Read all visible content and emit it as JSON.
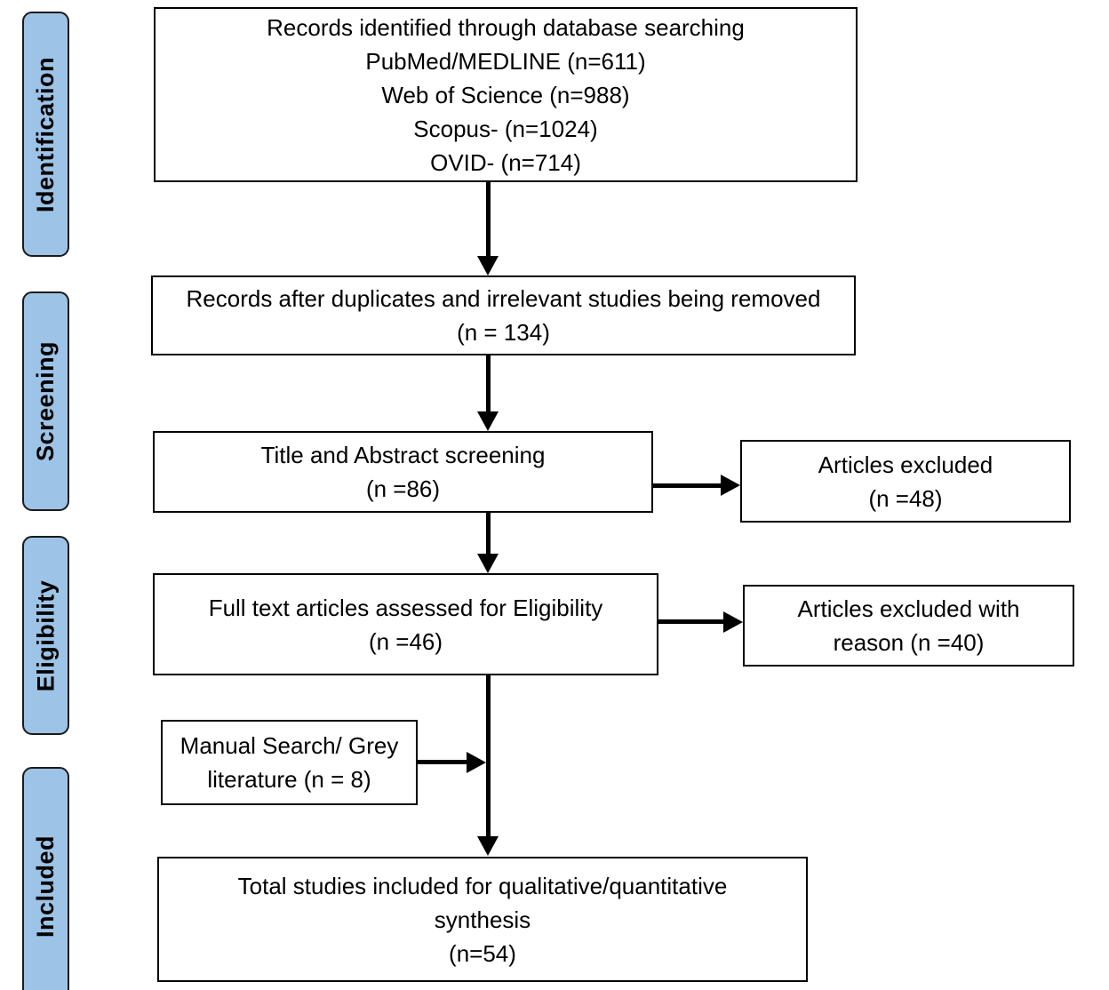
{
  "sidebar": {
    "stages": [
      {
        "id": "identification",
        "label": "Identification"
      },
      {
        "id": "screening",
        "label": "Screening"
      },
      {
        "id": "eligibility",
        "label": "Eligibility"
      },
      {
        "id": "included",
        "label": "Included"
      }
    ]
  },
  "boxes": {
    "records_identified": {
      "lines": [
        "Records identified through database searching",
        "PubMed/MEDLINE (n=611)",
        "Web of Science (n=988)",
        "Scopus- (n=1024)",
        "OVID- (n=714)"
      ]
    },
    "duplicates_removed": {
      "lines": [
        "Records after duplicates and irrelevant studies being removed",
        "(n = 134)"
      ]
    },
    "title_abstract_screening": {
      "lines": [
        "Title and Abstract screening",
        "(n =86)"
      ]
    },
    "articles_excluded": {
      "lines": [
        "Articles excluded",
        "(n =48)"
      ]
    },
    "full_text_assessed": {
      "lines": [
        "Full text articles assessed for Eligibility",
        "(n =46)"
      ]
    },
    "excluded_with_reason": {
      "lines": [
        "Articles excluded with",
        "reason (n =40)"
      ]
    },
    "manual_search": {
      "lines": [
        "Manual Search/ Grey",
        "literature (n = 8)"
      ]
    },
    "total_included": {
      "lines": [
        "Total studies included for qualitative/quantitative",
        "synthesis",
        "(n=54)"
      ]
    }
  },
  "colors": {
    "stage_fill": "#9DC3E6",
    "stage_border": "#1a1a1a",
    "box_border": "#000000",
    "arrow_color": "#000000"
  }
}
